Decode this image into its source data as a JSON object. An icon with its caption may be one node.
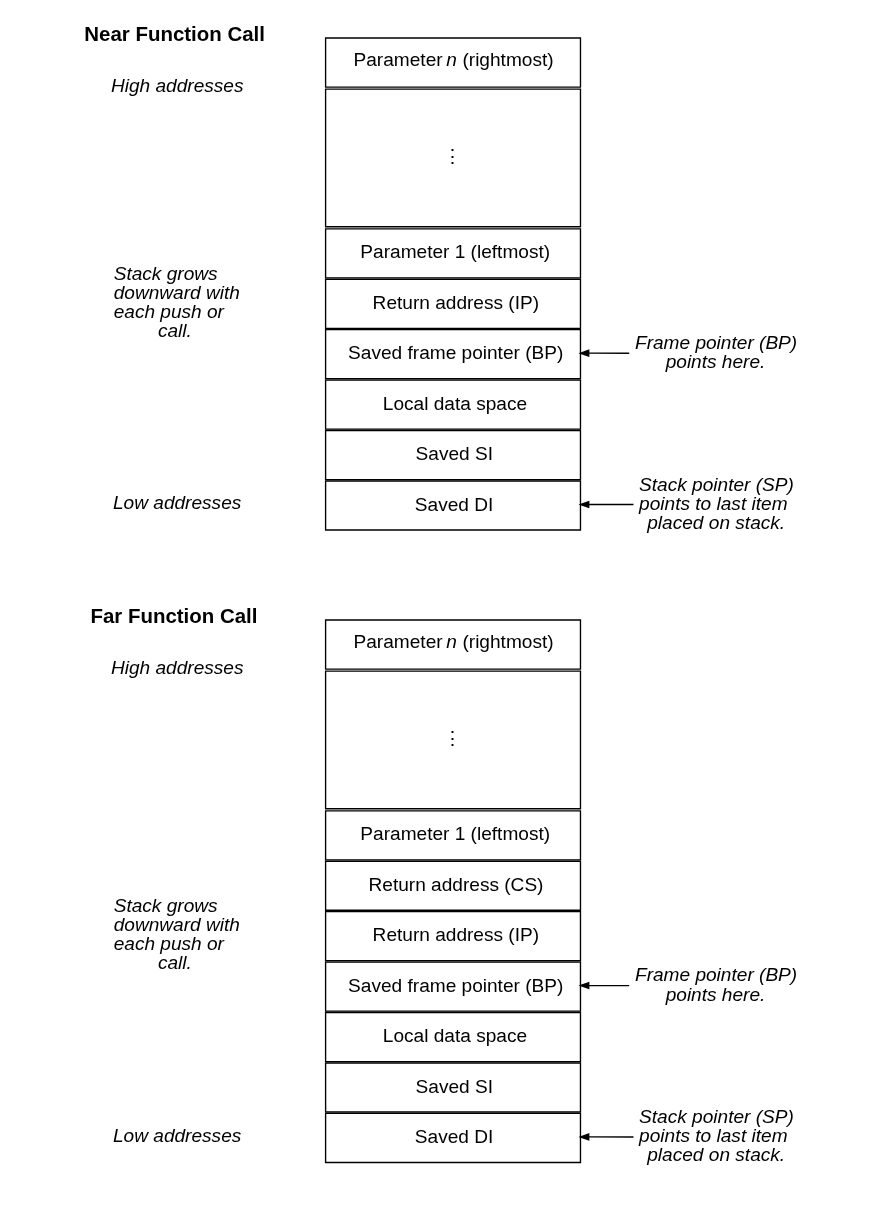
{
  "diagram": {
    "nodes": [
      {
        "text": [
          "Parameter *n* (rightmost)"
        ]
      },
      {
        "text": [
          "⋮"
        ]
      },
      {
        "text": [
          "Parameter 1 (leftmost)"
        ]
      },
      {
        "text": [
          "Return address (IP)"
        ]
      },
      {
        "text": [
          "Saved frame pointer (BP)"
        ]
      },
      {
        "text": [
          "Local data space"
        ]
      },
      {
        "text": [
          "Saved SI"
        ]
      },
      {
        "text": [
          "Saved DI"
        ]
      },
      {
        "text": [
          "Frame pointer (BP) points here."
        ]
      },
      {
        "text": [
          "Stack pointer (SP) points to last item placed on stack."
        ]
      },
      {
        "text": [
          "Parameter *n* (rightmost)"
        ]
      },
      {
        "text": [
          "⋮"
        ]
      },
      {
        "text": [
          "Parameter 1 (leftmost)"
        ]
      },
      {
        "text": [
          "Return address (CS)"
        ]
      },
      {
        "text": [
          "Return address (IP)"
        ]
      },
      {
        "text": [
          "Saved frame pointer (BP)"
        ]
      },
      {
        "text": [
          "Local data space"
        ]
      },
      {
        "text": [
          "Saved SI"
        ]
      },
      {
        "text": [
          "Saved DI"
        ]
      },
      {
        "text": [
          "Frame pointer (BP) points here."
        ]
      },
      {
        "text": [
          "Stack pointer (SP) points to last item placed on stack."
        ]
      }
    ],
    "edges": [
      {
        "from": 8,
        "to": 4,
        "arrow": "to"
      },
      {
        "from": 9,
        "to": 7,
        "arrow": "to"
      },
      {
        "from": 19,
        "to": 15,
        "arrow": "to"
      },
      {
        "from": 20,
        "to": 18,
        "arrow": "to"
      }
    ],
    "labels": [
      "Near Function Call",
      "High addresses",
      "Stack grows downward with each push or call.",
      "Low addresses",
      "Far Function Call",
      "High addresses",
      "Stack grows downward with each push or call.",
      "Low addresses"
    ]
  }
}
